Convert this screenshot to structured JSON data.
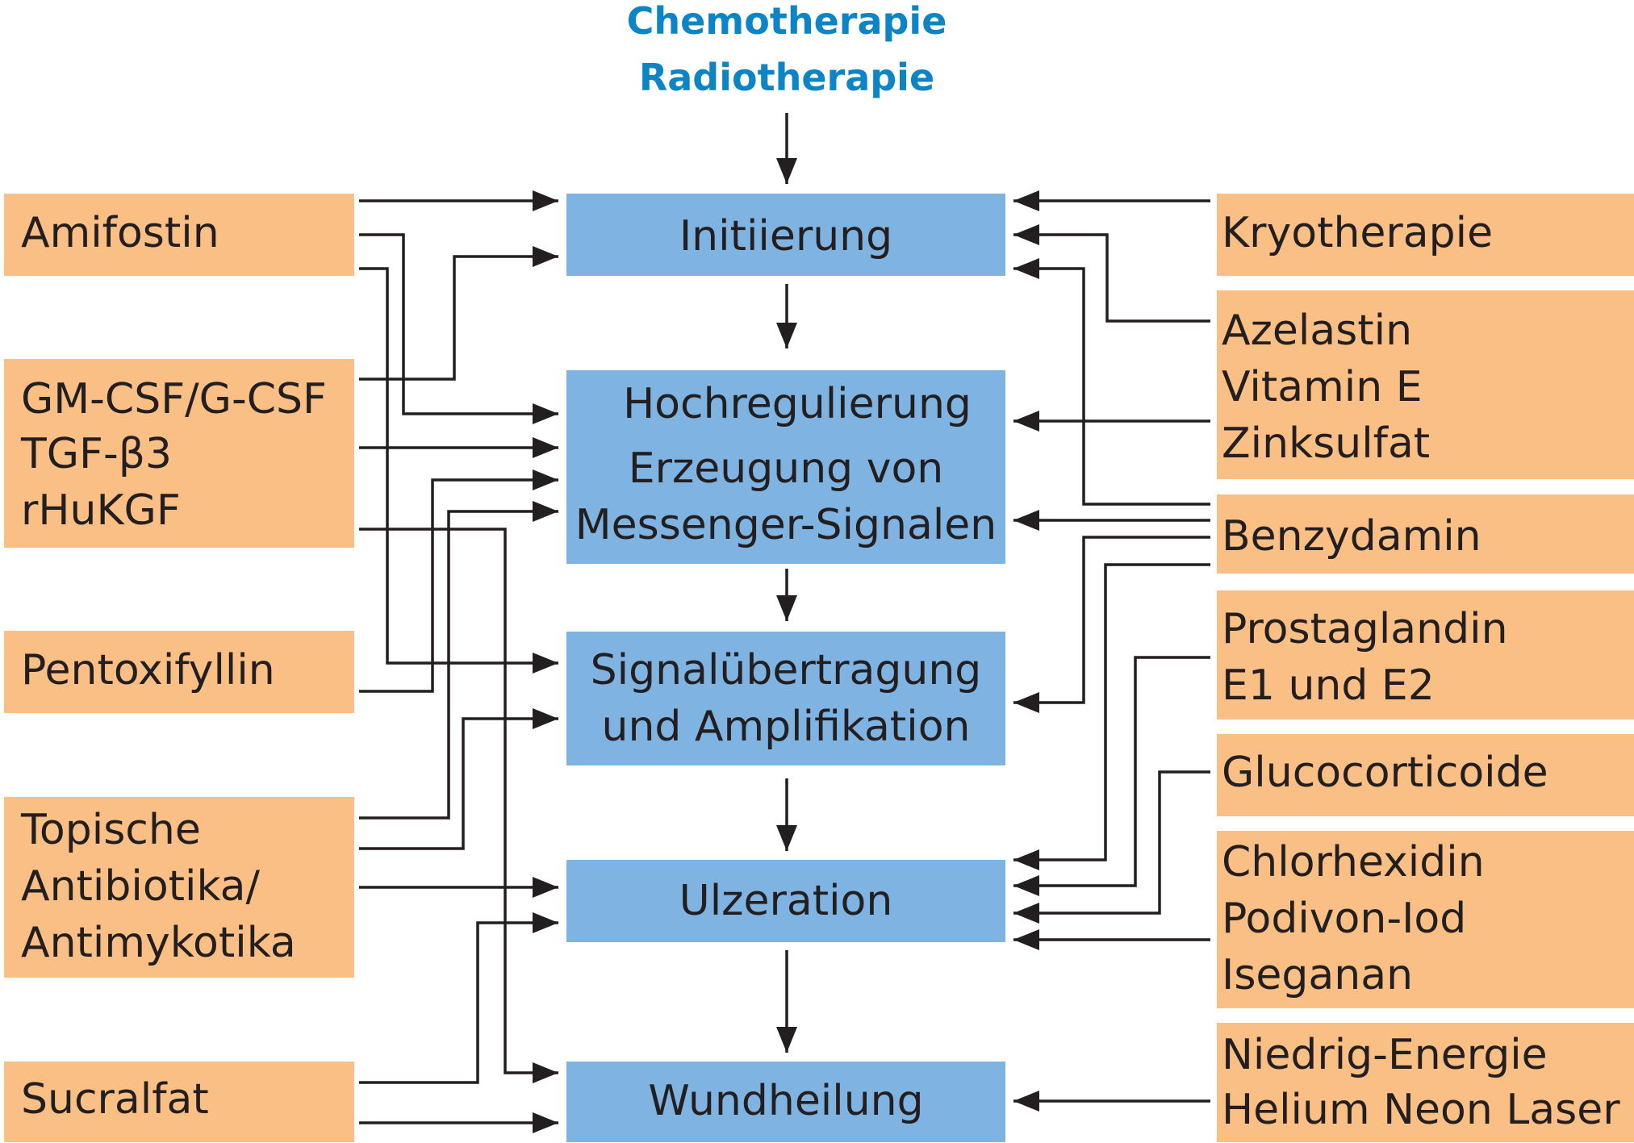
{
  "header": {
    "line1": "Chemotherapie",
    "line2": "Radiotherapie"
  },
  "stages": {
    "initiierung": "Initiierung",
    "hochregulierung": [
      "Hochregulierung",
      "Erzeugung von",
      "Messenger-Signalen"
    ],
    "signal": [
      "Signalübertragung",
      "und Amplifikation"
    ],
    "ulzeration": "Ulzeration",
    "wundheilung": "Wundheilung"
  },
  "left": {
    "amifostin": "Amifostin",
    "growth": [
      "GM-CSF/G-CSF",
      "TGF-β3",
      "rHuKGF"
    ],
    "pentoxifyllin": "Pentoxifyllin",
    "topische": [
      "Topische",
      "Antibiotika/",
      "Antimykotika"
    ],
    "sucralfat": "Sucralfat"
  },
  "right": {
    "kryotherapie": "Kryotherapie",
    "azelastin": [
      "Azelastin",
      "Vitamin E",
      "Zinksulfat"
    ],
    "benzydamin": "Benzydamin",
    "prostaglandin": [
      "Prostaglandin",
      "E1 und E2"
    ],
    "glucocorticoide": "Glucocorticoide",
    "chlorhexidin": [
      "Chlorhexidin",
      "Podivon-Iod",
      "Iseganan"
    ],
    "laser": [
      "Niedrig-Energie",
      "Helium Neon Laser"
    ]
  },
  "colors": {
    "intervention": "#f9bf85",
    "stage": "#7fb3e1",
    "header": "#0d84c6",
    "line": "#231f20"
  }
}
